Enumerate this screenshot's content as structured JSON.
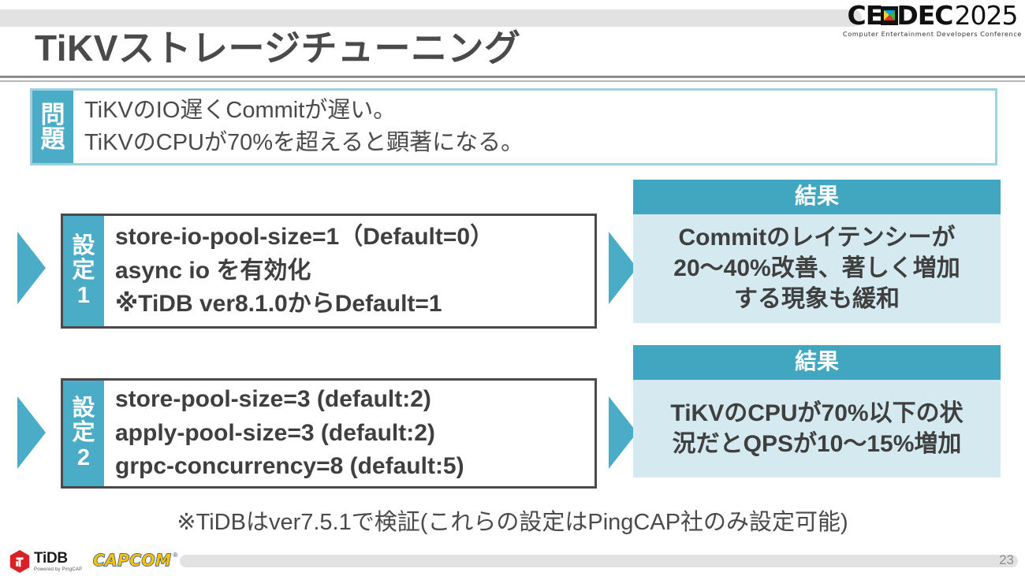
{
  "header": {
    "brand_main_1": "CE",
    "brand_x": "X",
    "brand_main_2": "DEC",
    "brand_year": "2025",
    "brand_tagline": "Computer Entertainment Developers Conference"
  },
  "title": "TiKVストレージチューニング",
  "problem": {
    "label_line1": "問",
    "label_line2": "題",
    "lines": [
      "TiKVのIO遅くCommitが遅い。",
      "TiKVのCPUが70%を超えると顕著になる。"
    ]
  },
  "rows": [
    {
      "setting_label_line1": "設",
      "setting_label_line2": "定",
      "setting_label_num": "1",
      "setting_lines": [
        "store-io-pool-size=1（Default=0）",
        "async io を有効化",
        "※TiDB ver8.1.0からDefault=1"
      ],
      "result_header": "結果",
      "result_lines": [
        "Commitのレイテンシーが",
        "20〜40%改善、著しく増加",
        "する現象も緩和"
      ]
    },
    {
      "setting_label_line1": "設",
      "setting_label_line2": "定",
      "setting_label_num": "2",
      "setting_lines": [
        "store-pool-size=3 (default:2)",
        "apply-pool-size=3 (default:2)",
        "grpc-concurrency=8 (default:5)"
      ],
      "result_header": "結果",
      "result_lines": [
        "TiKVのCPUが70%以下の状",
        "況だとQPSが10〜15%増加"
      ]
    }
  ],
  "footnote": "※TiDBはver7.5.1で検証(これらの設定はPingCAP社のみ設定可能)",
  "footer": {
    "tidb_name": "TiDB",
    "tidb_tagline": "Powered by PingCAP",
    "capcom_name": "CAPCOM",
    "capcom_registered": "®",
    "page_number": "23"
  },
  "colors": {
    "accent_teal": "#4aacc6",
    "accent_teal_dark": "#41a7c0",
    "result_body_bg": "#d4eaf0",
    "problem_border": "#9ed2e0",
    "text_gray": "#4a4a4a",
    "bar_gray": "#e2e2e2"
  }
}
